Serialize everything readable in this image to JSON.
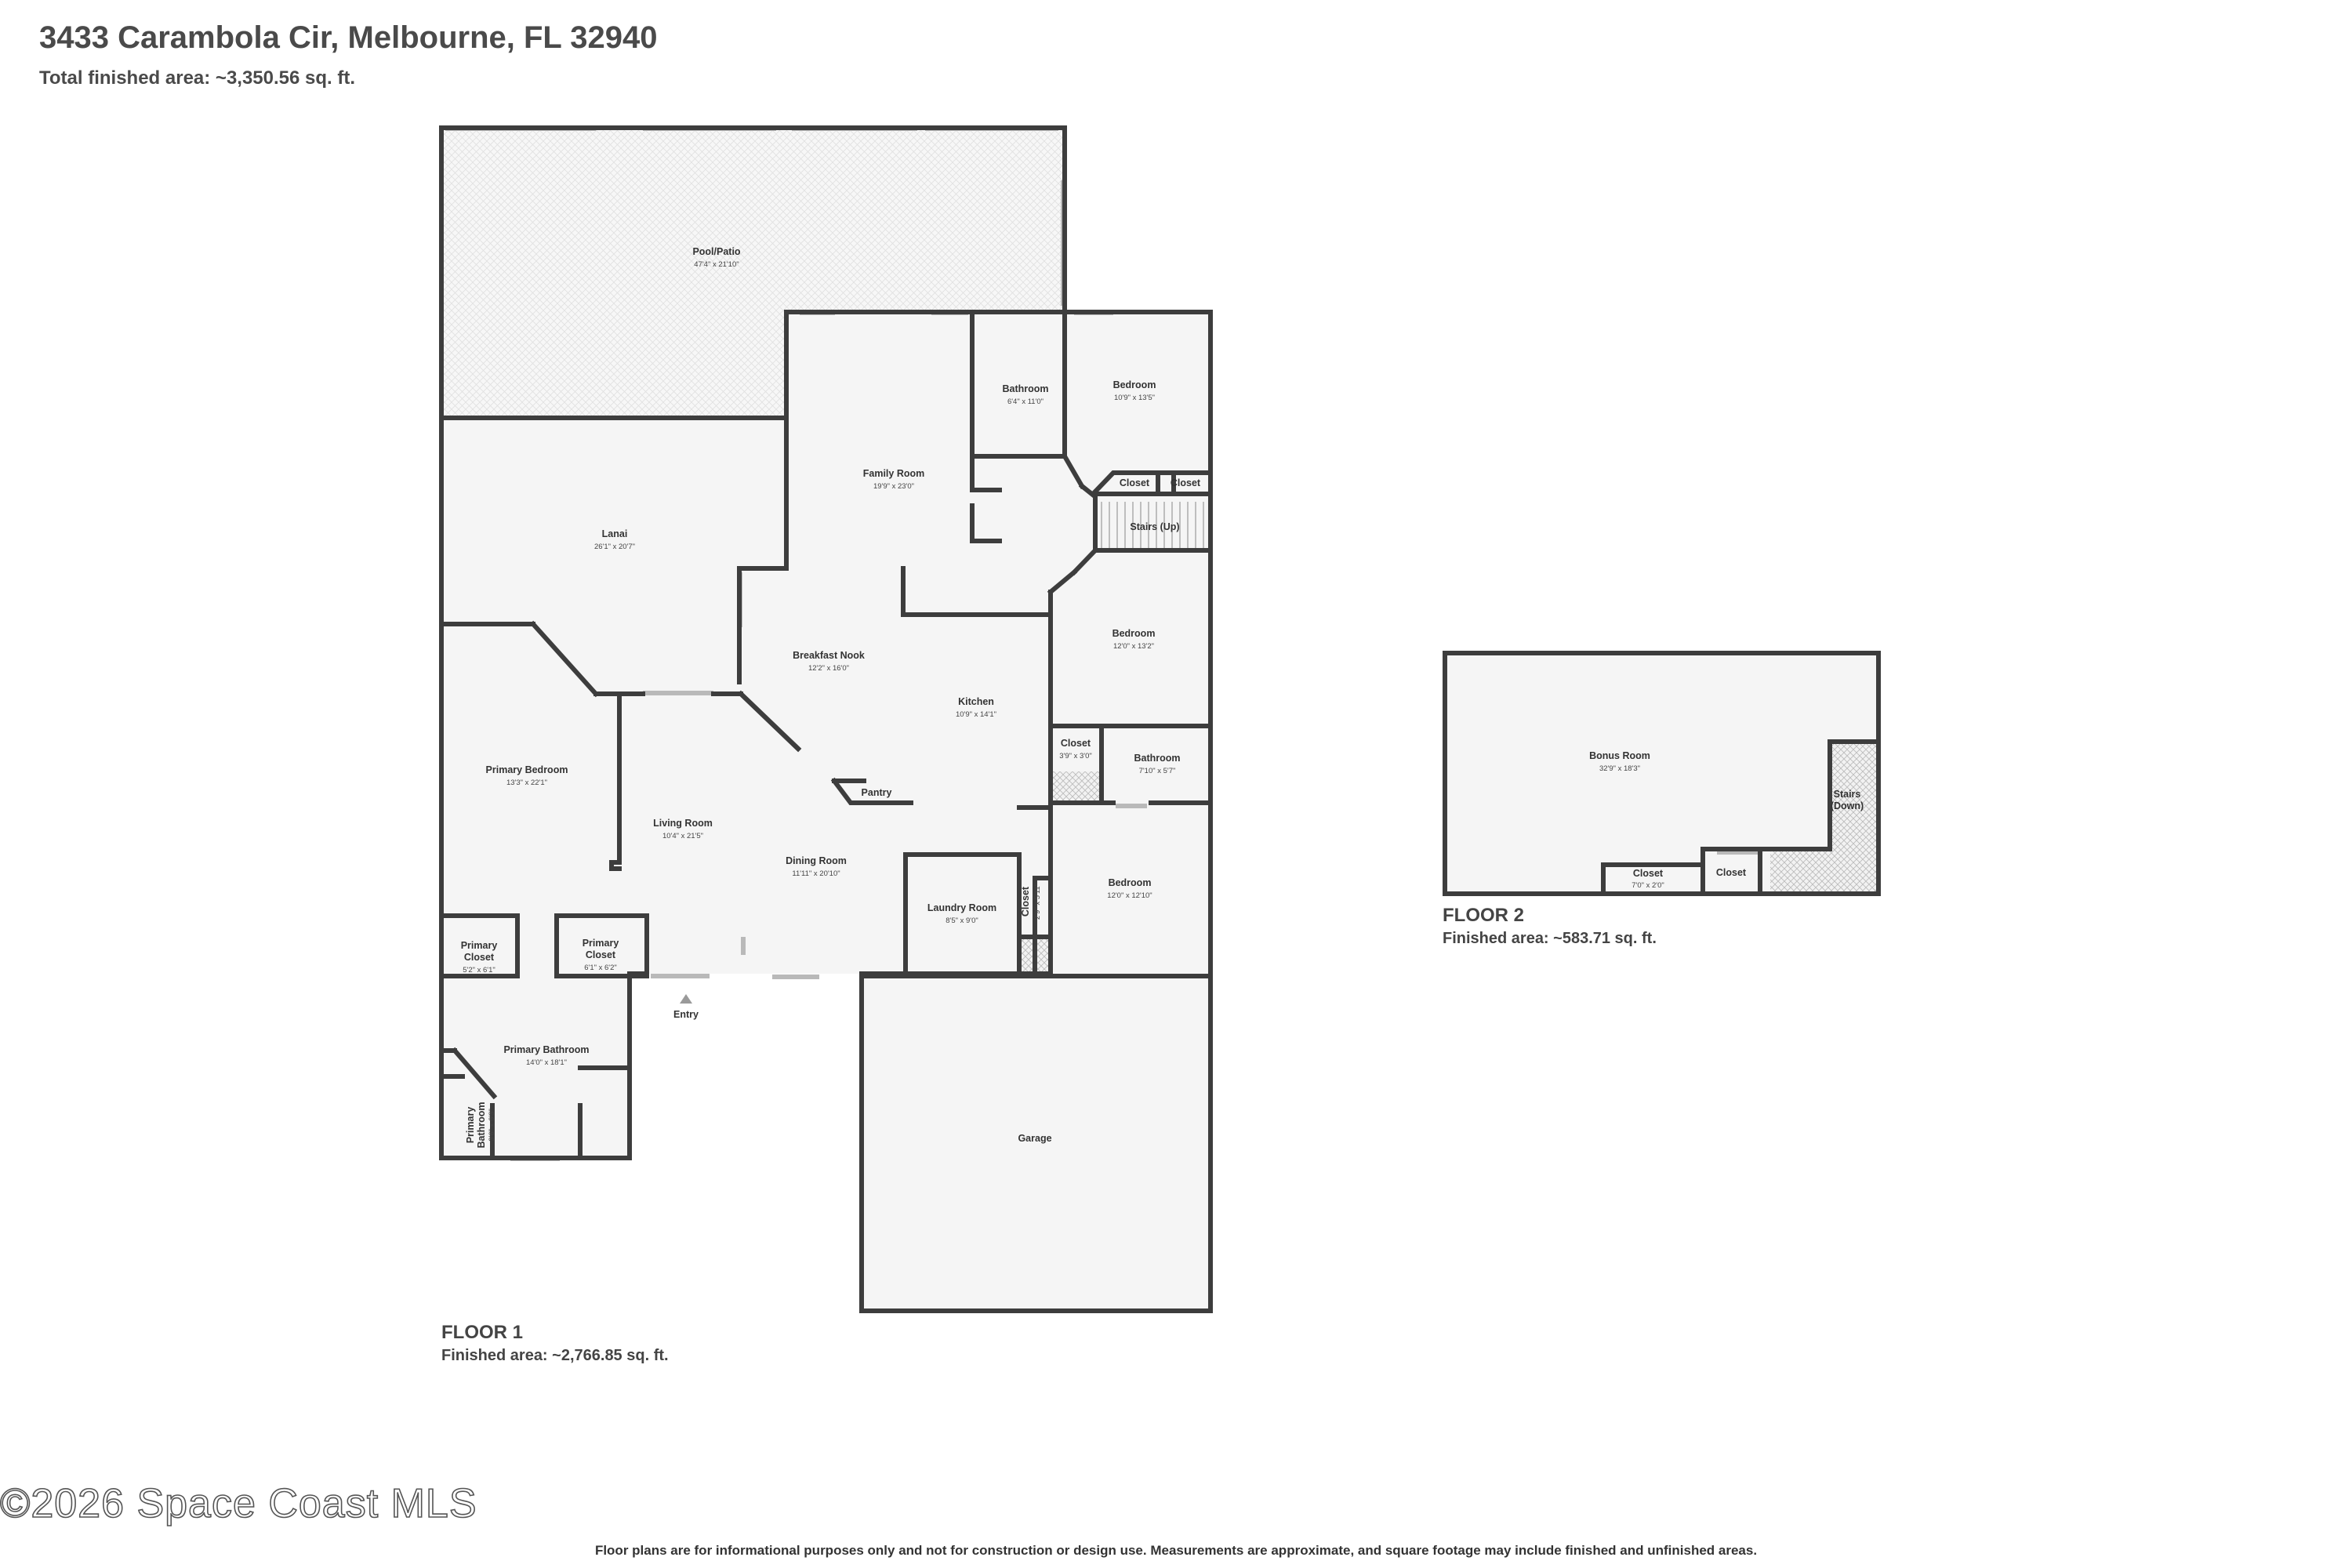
{
  "header": {
    "address": "3433 Carambola Cir, Melbourne, FL 32940",
    "total_area": "Total finished area: ~3,350.56 sq. ft."
  },
  "floor1": {
    "label": "FLOOR 1",
    "area": "Finished area: ~2,766.85 sq. ft.",
    "rooms": {
      "pool": {
        "name": "Pool/Patio",
        "dim": "47'4\" x 21'10\""
      },
      "lanai": {
        "name": "Lanai",
        "dim": "26'1\" x 20'7\""
      },
      "family": {
        "name": "Family Room",
        "dim": "19'9\" x 23'0\""
      },
      "bath_top": {
        "name": "Bathroom",
        "dim": "6'4\" x 11'0\""
      },
      "bed_top": {
        "name": "Bedroom",
        "dim": "10'9\" x 13'5\""
      },
      "closet_a": {
        "name": "Closet"
      },
      "closet_b": {
        "name": "Closet"
      },
      "stairs_up": {
        "name": "Stairs (Up)"
      },
      "bed_mid": {
        "name": "Bedroom",
        "dim": "12'0\" x 13'2\""
      },
      "nook": {
        "name": "Breakfast Nook",
        "dim": "12'2\" x 16'0\""
      },
      "kitchen": {
        "name": "Kitchen",
        "dim": "10'9\" x 14'1\""
      },
      "closet_c": {
        "name": "Closet",
        "dim": "3'9\" x 3'0\""
      },
      "bath_mid": {
        "name": "Bathroom",
        "dim": "7'10\" x 5'7\""
      },
      "pantry": {
        "name": "Pantry"
      },
      "primary_bed": {
        "name": "Primary Bedroom",
        "dim": "13'3\" x 22'1\""
      },
      "living": {
        "name": "Living Room",
        "dim": "10'4\" x 21'5\""
      },
      "dining": {
        "name": "Dining Room",
        "dim": "11'11\" x 20'10\""
      },
      "laundry": {
        "name": "Laundry Room",
        "dim": "8'5\" x 9'0\""
      },
      "closet_d": {
        "name": "Closet",
        "dim": "2'9\" x 5'11\""
      },
      "bed_low": {
        "name": "Bedroom",
        "dim": "12'0\" x 12'10\""
      },
      "pcloset1": {
        "name1": "Primary",
        "name2": "Closet",
        "dim": "5'2\" x 6'1\""
      },
      "pcloset2": {
        "name1": "Primary",
        "name2": "Closet",
        "dim": "6'1\" x 6'2\""
      },
      "pbath": {
        "name": "Primary Bathroom",
        "dim": "14'0\" x 18'1\""
      },
      "pbath_small": {
        "name1": "Primary",
        "name2": "Bathroom",
        "dim": "3'6\" x 6'3\""
      },
      "entry": {
        "name": "Entry"
      },
      "garage": {
        "name": "Garage"
      }
    }
  },
  "floor2": {
    "label": "FLOOR 2",
    "area": "Finished area: ~583.71 sq. ft.",
    "rooms": {
      "bonus": {
        "name": "Bonus Room",
        "dim": "32'9\" x 18'3\""
      },
      "stairs_down": {
        "name1": "Stairs",
        "name2": "(Down)"
      },
      "closet_e": {
        "name": "Closet",
        "dim": "7'0\" x 2'0\""
      },
      "closet_f": {
        "name": "Closet"
      }
    }
  },
  "footer": {
    "watermark": "©2026 Space Coast MLS",
    "disclaimer": "Floor plans are for informational purposes only and not for construction or design use. Measurements are approximate, and square footage may include finished and unfinished areas."
  },
  "colors": {
    "wall": "#3d3d3d",
    "floor": "#f5f5f5",
    "window": "#b9b9b9",
    "hatch": "#cfcfcf"
  }
}
